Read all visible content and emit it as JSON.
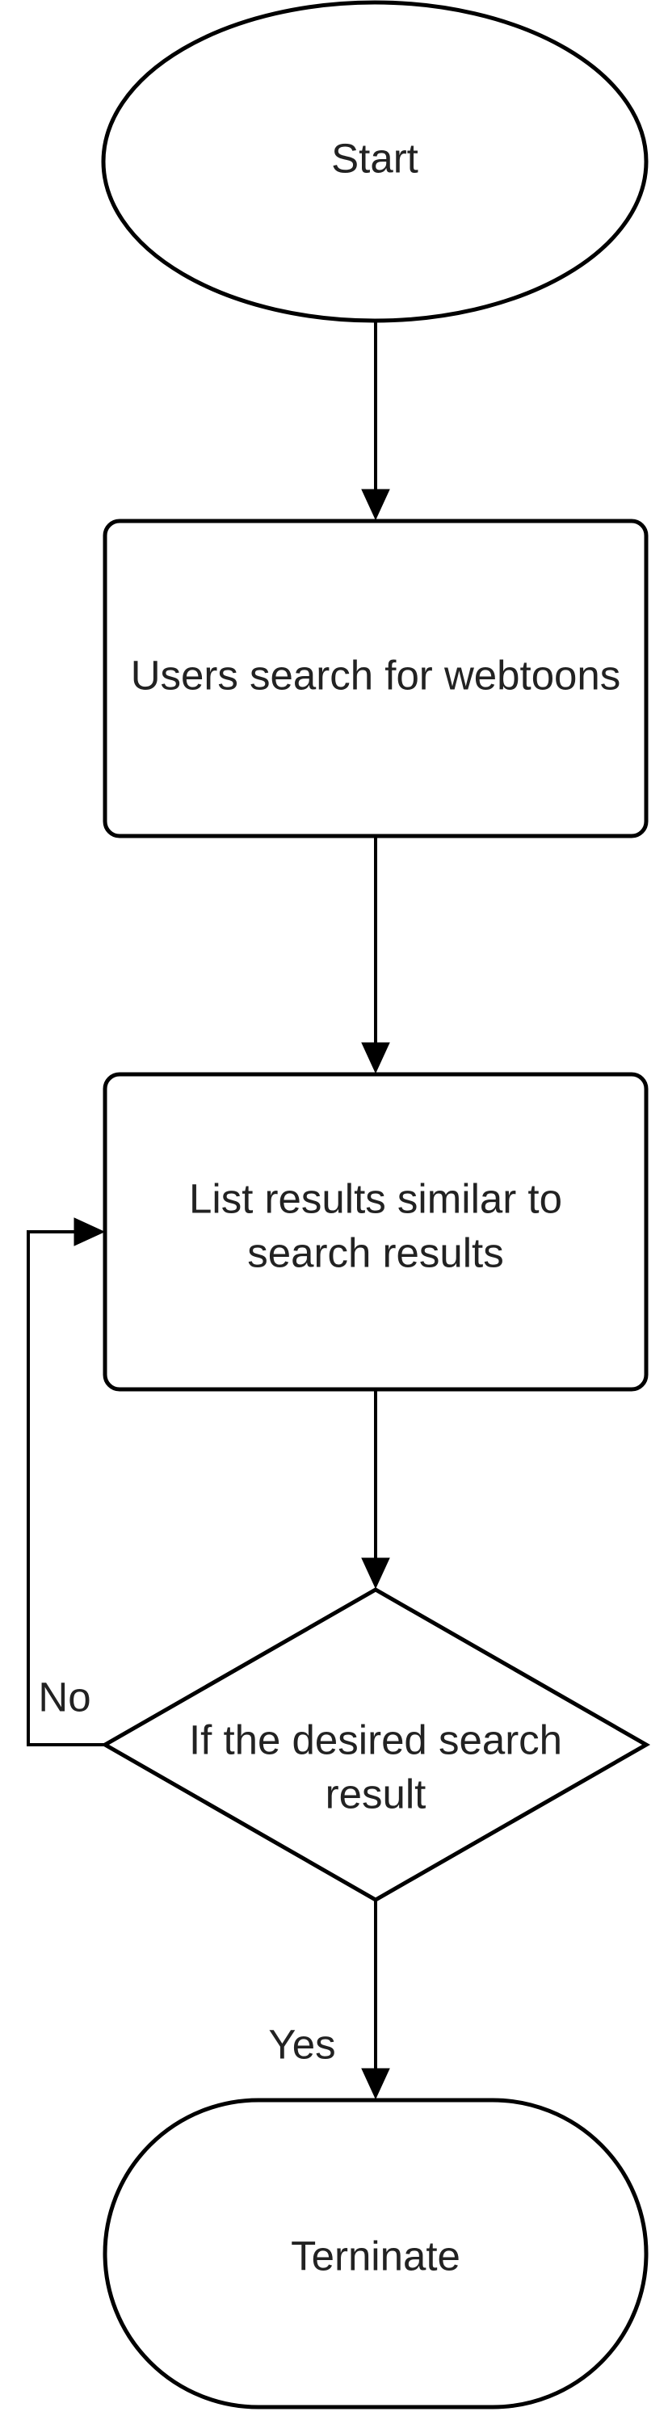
{
  "nodes": {
    "start": {
      "label": "Start"
    },
    "search": {
      "label": "Users search for webtoons"
    },
    "list": {
      "line1": "List results similar to",
      "line2": "search results"
    },
    "decision": {
      "line1": "If the desired search",
      "line2": "result"
    },
    "terminate": {
      "label": "Terninate"
    }
  },
  "edges": {
    "no_label": "No",
    "yes_label": "Yes"
  }
}
